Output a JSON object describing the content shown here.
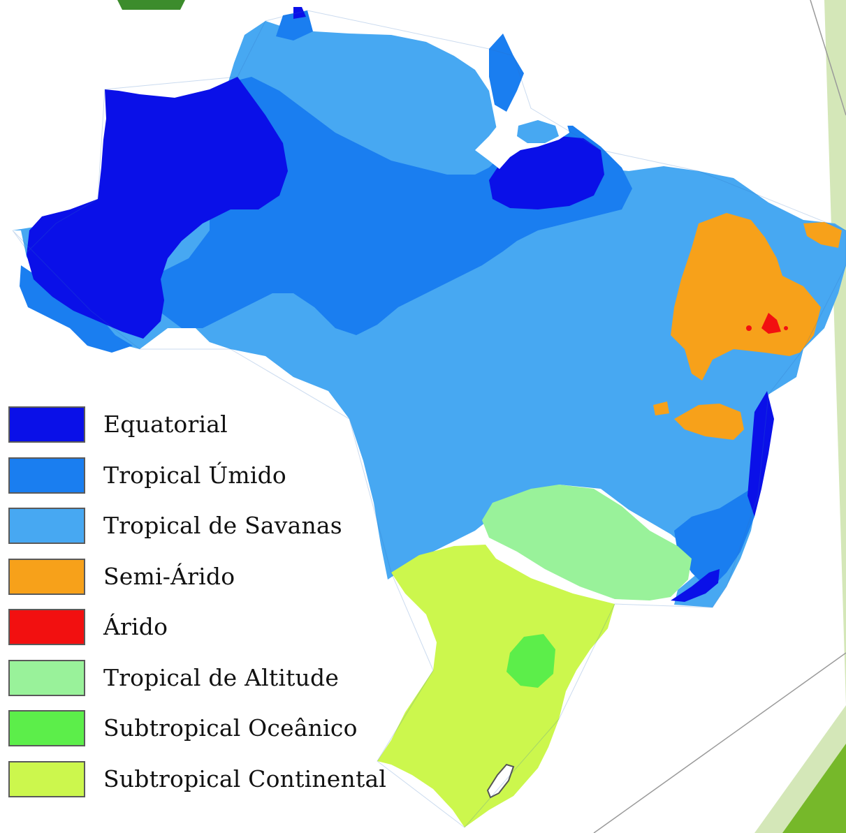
{
  "map": {
    "legend": [
      {
        "label": "Equatorial",
        "color": "#0a10e8"
      },
      {
        "label": "Tropical Úmido",
        "color": "#1a7ef0"
      },
      {
        "label": "Tropical de Savanas",
        "color": "#47a8f2"
      },
      {
        "label": "Semi-Árido",
        "color": "#f7a11a"
      },
      {
        "label": "Árido",
        "color": "#f21010"
      },
      {
        "label": "Tropical de Altitude",
        "color": "#99f29a"
      },
      {
        "label": "Subtropical Oceânico",
        "color": "#5cee4a"
      },
      {
        "label": "Subtropical Continental",
        "color": "#ccf74d"
      }
    ]
  },
  "slide_decoration": {
    "accent_color": "#76b82a",
    "light_accent_color": "#d4e7b8",
    "title_fragment_color": "#3c8c2c"
  }
}
